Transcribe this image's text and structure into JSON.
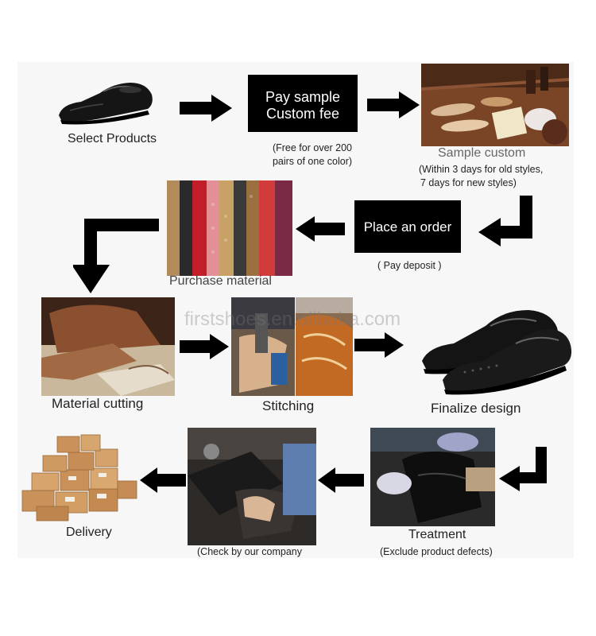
{
  "steps": {
    "select_products": "Select Products",
    "pay_sample_line1": "Pay sample",
    "pay_sample_line2": "Custom fee",
    "pay_note_line1": "(Free for over 200",
    "pay_note_line2": "pairs of one color)",
    "sample_custom": "Sample custom",
    "sample_note_line1": "(Within 3 days for old styles,",
    "sample_note_line2": "7 days for new styles)",
    "place_order": "Place an order",
    "pay_deposit": "( Pay deposit )",
    "purchase_material": "Purchase material",
    "material_cutting": "Material cutting",
    "stitching": "Stitching",
    "finalize_design": "Finalize design",
    "delivery": "Delivery",
    "check_note": "(Check by our company",
    "treatment": "Treatment",
    "treatment_note": "(Exclude product defects)"
  },
  "watermark": "firstshoes.en.alibaba.com",
  "colors": {
    "arrow": "#000000",
    "box": "#000000",
    "box_text": "#ffffff"
  }
}
